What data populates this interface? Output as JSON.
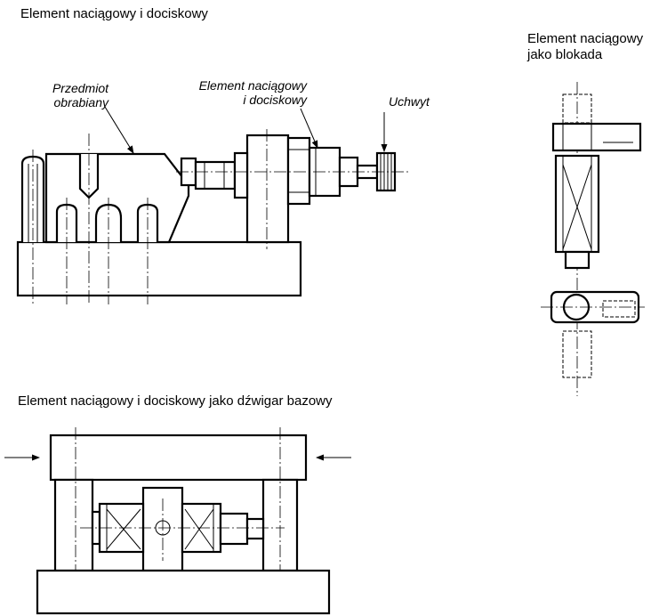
{
  "figures": {
    "main_view": {
      "caption": "Element naciągowy i dociskowy",
      "callouts": {
        "workpiece": [
          "Przedmiot",
          "obrabiany"
        ],
        "element": [
          "Element naciągowy",
          "i dociskowy"
        ],
        "handle": "Uchwyt"
      }
    },
    "lock_view": {
      "caption": [
        "Element naciągowy",
        "jako blokada"
      ]
    },
    "beam_view": {
      "caption": "Element naciągowy i dociskowy jako dźwigar bazowy"
    }
  }
}
